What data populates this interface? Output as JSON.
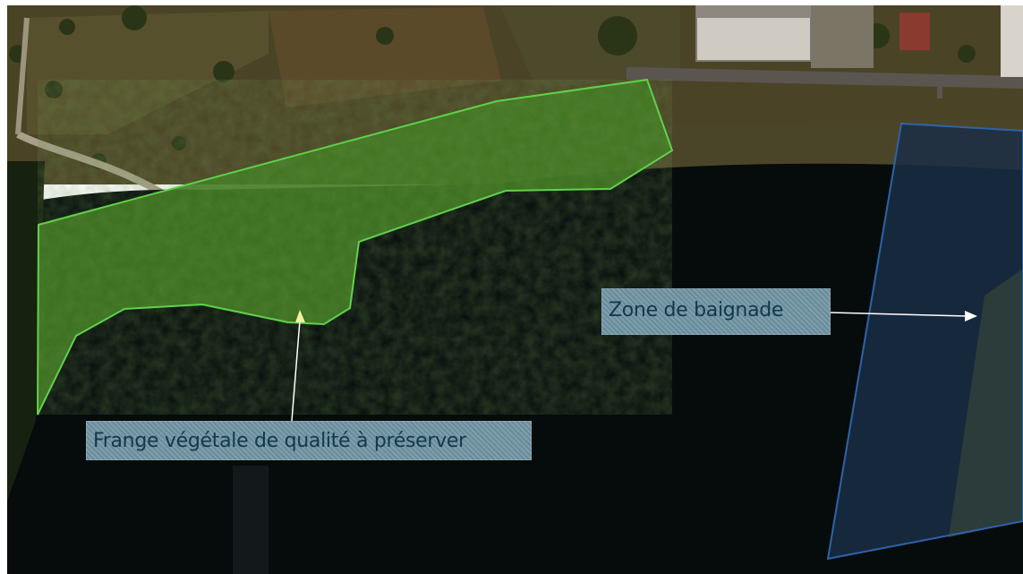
{
  "map": {
    "labels": {
      "vegetation": "Frange végétale de qualité à préserver",
      "bathing": "Zone de baignade"
    },
    "zones": [
      {
        "name": "frange-vegetale",
        "outline_color": "#5fd24a",
        "fill_color": "#3f7a1f"
      },
      {
        "name": "zone-de-baignade",
        "outline_color": "#2f63a8",
        "fill_color": "#1a2e45"
      }
    ],
    "colors": {
      "water": "#060b0c",
      "land": "#4b4325",
      "road": "#5b5550",
      "arrow_vegetation": "#f2f0a0",
      "arrow_bathing": "#ffffff"
    }
  }
}
